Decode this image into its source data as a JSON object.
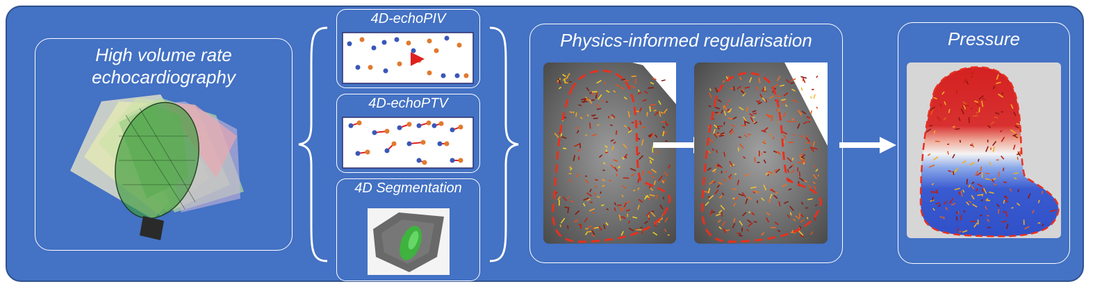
{
  "panels": {
    "acquisition": {
      "title_line1": "High volume rate",
      "title_line2": "echocardiography"
    },
    "methods": [
      {
        "label": "4D-echoPIV"
      },
      {
        "label": "4D-echoPTV"
      },
      {
        "label": "4D Segmentation"
      }
    ],
    "regularisation": {
      "title": "Physics-informed regularisation"
    },
    "pressure": {
      "title": "Pressure"
    }
  },
  "colors": {
    "background": "#4472c4",
    "border": "#2f528f",
    "particle_blue": "#3a57b8",
    "particle_orange": "#e07a2e",
    "arrow_red": "#e02020",
    "contour_red": "#e8301e"
  }
}
